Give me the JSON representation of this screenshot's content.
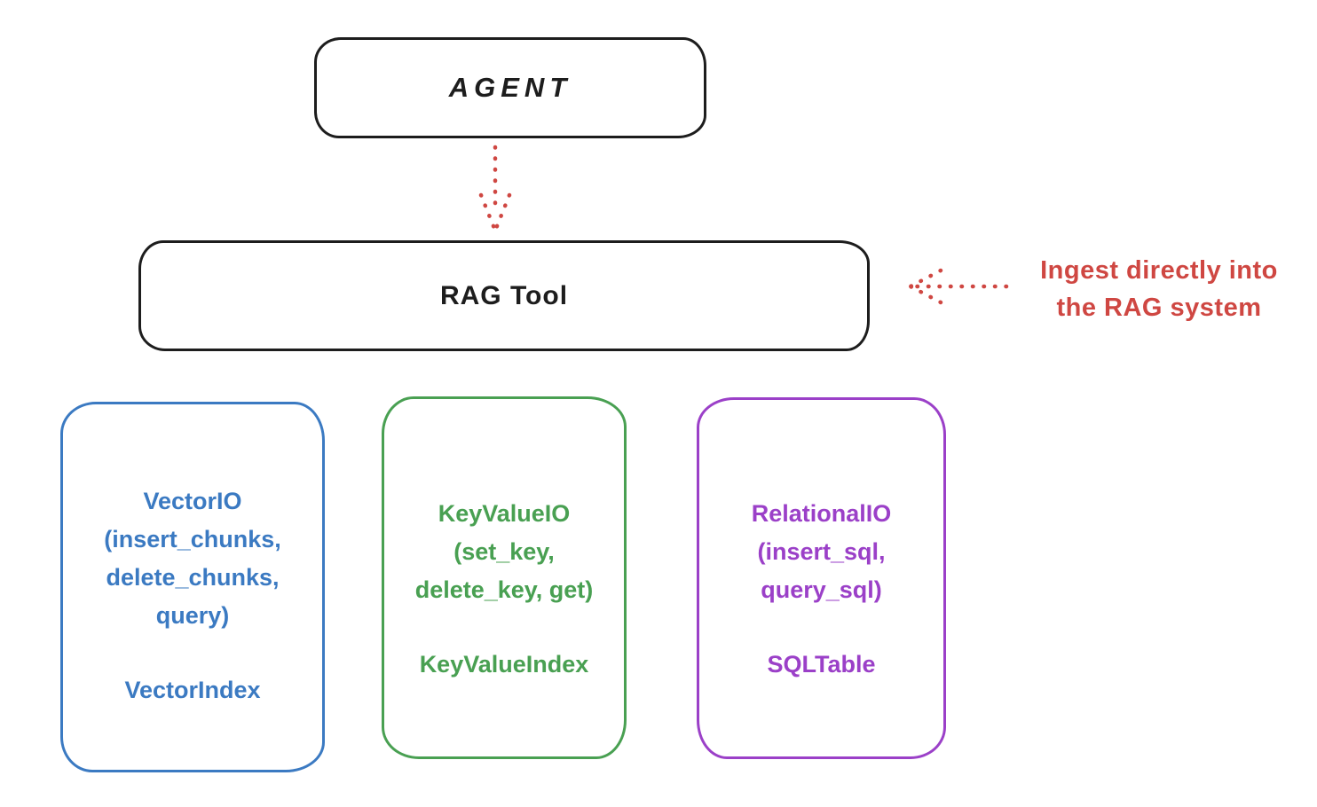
{
  "colors": {
    "black": "#1d1d1d",
    "red": "#cf4742",
    "blue": "#3b7ac2",
    "green": "#49a052",
    "purple": "#9b40c8"
  },
  "agent_box": {
    "label": "AGENT"
  },
  "rag_tool_box": {
    "label": "RAG Tool"
  },
  "annotation": {
    "line1": "Ingest directly into",
    "line2": "the RAG system"
  },
  "storage_boxes": [
    {
      "name": "VectorIO",
      "lines": [
        "VectorIO",
        "(insert_chunks,",
        "delete_chunks,",
        "query)"
      ],
      "index_label": "VectorIndex"
    },
    {
      "name": "KeyValueIO",
      "lines": [
        "KeyValueIO",
        "(set_key,",
        "delete_key, get)"
      ],
      "index_label": "KeyValueIndex"
    },
    {
      "name": "RelationalIO",
      "lines": [
        "RelationalIO",
        "(insert_sql,",
        "query_sql)"
      ],
      "index_label": "SQLTable"
    }
  ]
}
